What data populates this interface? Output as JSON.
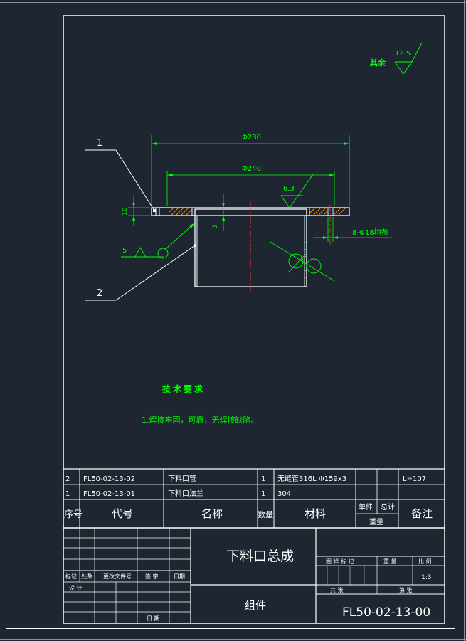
{
  "drawing": {
    "roughness": {
      "label": "其余",
      "value": "12.5"
    },
    "dims": {
      "outer_dia": "Φ280",
      "inner_dia": "Φ240",
      "thickness": "10",
      "pipe_offset": "3",
      "holes": "8-Φ18均布",
      "surface_rough": "6.3",
      "weld_symbol": "5"
    },
    "balloons": [
      "1",
      "2"
    ],
    "tech_req": {
      "title": "技术要求",
      "item": "1.焊接牢固，可靠，无焊接缺陷。"
    }
  },
  "bom": {
    "rows": [
      {
        "no": "2",
        "code": "FL50-02-13-02",
        "name": "下料口管",
        "qty": "1",
        "material": "无缝管316L Φ159x3",
        "note": "L=107"
      },
      {
        "no": "1",
        "code": "FL50-02-13-01",
        "name": "下料口法兰",
        "qty": "1",
        "material": "304",
        "note": ""
      }
    ],
    "header": {
      "no": "序号",
      "code": "代号",
      "name": "名称",
      "qty": "数量",
      "material": "材料",
      "unit": "单件",
      "total": "总计",
      "weight": "重量",
      "note": "备注"
    }
  },
  "title_block": {
    "title": "下料口总成",
    "subtitle": "组件",
    "drawing_no": "FL50-02-13-00",
    "scale": "1:3",
    "labels": {
      "mark": "标记",
      "count": "处数",
      "change_doc": "更改文件号",
      "sign": "签 字",
      "date": "日期",
      "design": "设 计",
      "approve": "日 期",
      "stage": "图 样 标 记",
      "weight": "重 量",
      "ratio": "比 例",
      "total_sheets": "共    张",
      "sheet": "第    张"
    }
  }
}
